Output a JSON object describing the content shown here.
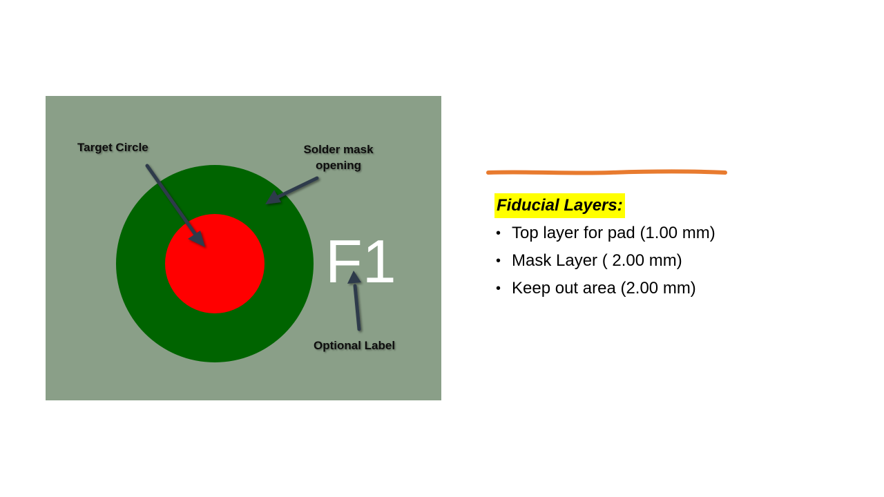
{
  "diagram": {
    "callouts": {
      "target_circle": "Target Circle",
      "solder_mask_line1": "Solder mask",
      "solder_mask_line2": "opening",
      "optional_label": "Optional Label"
    },
    "fiducial_label": "F1",
    "colors": {
      "board": "#8a9f88",
      "mask_opening": "#006400",
      "target_pad": "#ff0000",
      "arrow": "#2f3a4b"
    }
  },
  "annotation": {
    "ink_color": "#e87b2f"
  },
  "notes": {
    "heading": "Fiducial Layers:",
    "highlight_color": "#ffff00",
    "items": [
      "Top layer for pad (1.00 mm)",
      "Mask Layer ( 2.00 mm)",
      "Keep out area (2.00 mm)"
    ]
  }
}
